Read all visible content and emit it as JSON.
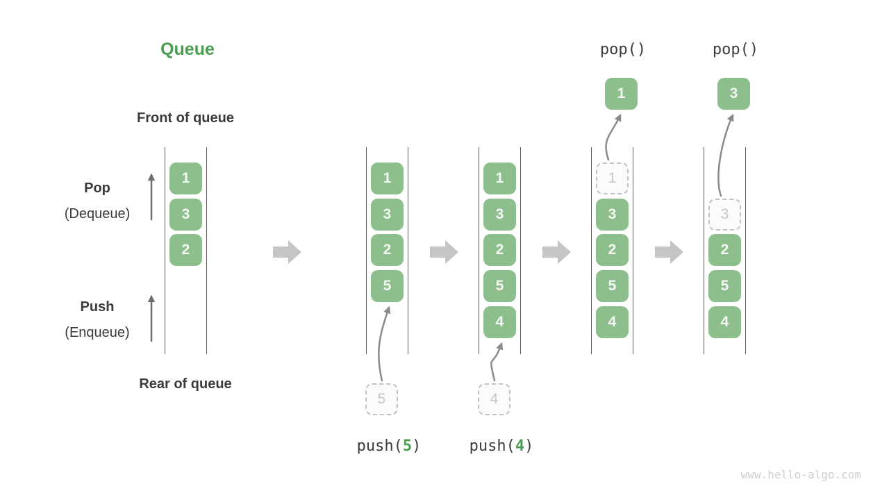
{
  "title": "Queue",
  "watermark": "www.hello-algo.com",
  "side_labels": {
    "front": "Front of queue",
    "rear": "Rear of queue",
    "pop": "Pop",
    "pop_sub": "(Dequeue)",
    "push": "Push",
    "push_sub": "(Enqueue)"
  },
  "colors": {
    "title_green": "#4A9E52",
    "op_green": "#4A9E52",
    "cell_green": "#8CBF8C",
    "cell_text": "#F5F8F5",
    "text_dark": "#3C3C3C",
    "block_arrow": "#C5C5C5",
    "thin_arrow": "#8A8A8A",
    "queue_line": "#5A5A5A",
    "dashed_border": "#C2C2C2",
    "dashed_text": "#C6C6C6",
    "watermark_gray": "#CFCFCF"
  },
  "queues": [
    {
      "cells": [
        {
          "value": "1",
          "row": 0
        },
        {
          "value": "3",
          "row": 1
        },
        {
          "value": "2",
          "row": 2
        }
      ]
    },
    {
      "cells": [
        {
          "value": "1",
          "row": 0
        },
        {
          "value": "3",
          "row": 1
        },
        {
          "value": "2",
          "row": 2
        },
        {
          "value": "5",
          "row": 3
        }
      ],
      "pending": {
        "value": "5"
      },
      "op": {
        "pre": "push(",
        "arg": "5",
        "post": ")"
      }
    },
    {
      "cells": [
        {
          "value": "1",
          "row": 0
        },
        {
          "value": "3",
          "row": 1
        },
        {
          "value": "2",
          "row": 2
        },
        {
          "value": "5",
          "row": 3
        },
        {
          "value": "4",
          "row": 4
        }
      ],
      "pending": {
        "value": "4"
      },
      "op": {
        "pre": "push(",
        "arg": "4",
        "post": ")"
      }
    },
    {
      "cells": [
        {
          "value": "1",
          "row": 0,
          "dashed": true
        },
        {
          "value": "3",
          "row": 1
        },
        {
          "value": "2",
          "row": 2
        },
        {
          "value": "5",
          "row": 3
        },
        {
          "value": "4",
          "row": 4
        }
      ],
      "popped": {
        "value": "1"
      },
      "op_top": "pop()"
    },
    {
      "cells": [
        {
          "value": "3",
          "row": 1,
          "dashed": true
        },
        {
          "value": "2",
          "row": 2
        },
        {
          "value": "5",
          "row": 3
        },
        {
          "value": "4",
          "row": 4
        }
      ],
      "popped": {
        "value": "3"
      },
      "op_top": "pop()"
    }
  ]
}
